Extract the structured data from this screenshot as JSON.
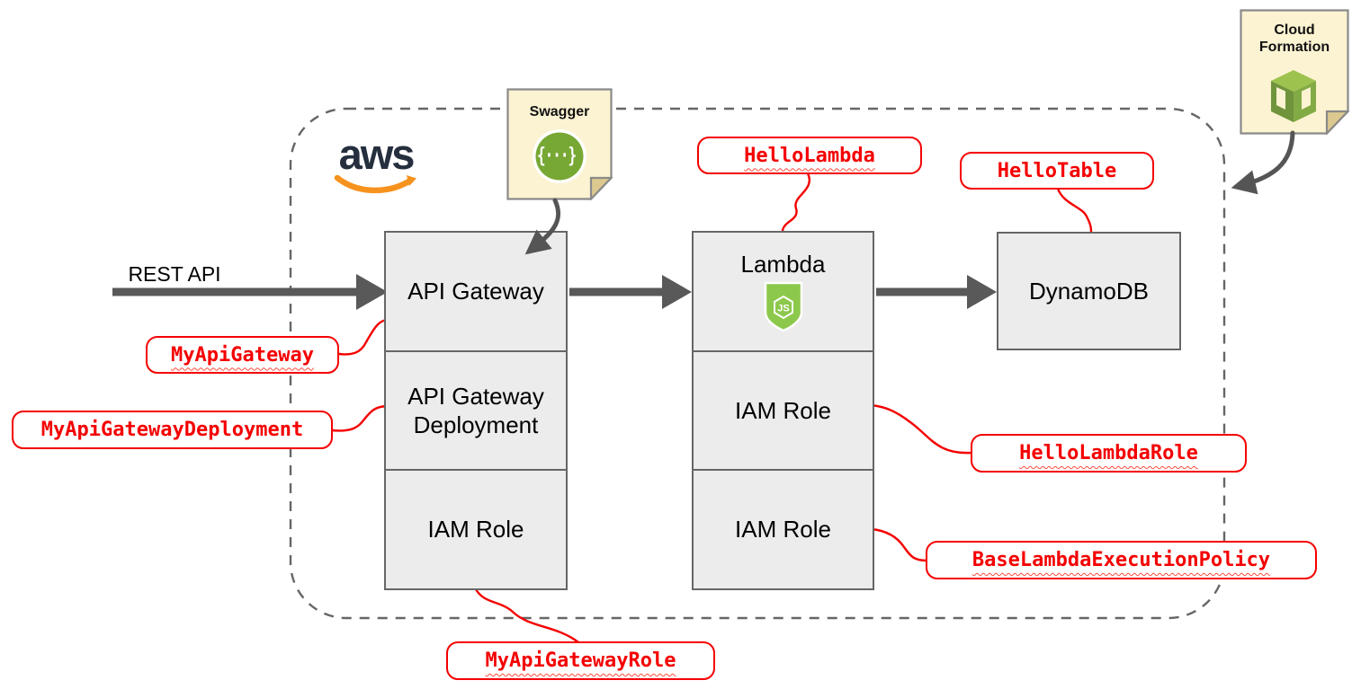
{
  "branding": {
    "aws_logo_text": "aws"
  },
  "flow": {
    "rest_api_label": "REST API"
  },
  "stacks": {
    "gateway": {
      "boxes": [
        "API Gateway",
        "API Gateway Deployment",
        "IAM Role"
      ]
    },
    "lambda": {
      "boxes": [
        "Lambda",
        "IAM Role",
        "IAM Role"
      ],
      "runtime_icon_text": "JS"
    },
    "database": {
      "boxes": [
        "DynamoDB"
      ]
    }
  },
  "notes": {
    "swagger": {
      "title": "Swagger",
      "icon_glyph": "{···}"
    },
    "cloudformation": {
      "title": "Cloud Formation"
    }
  },
  "annotations": {
    "hello_lambda": {
      "text": "HelloLambda",
      "squiggle": true
    },
    "hello_table": {
      "text": "HelloTable",
      "squiggle": false
    },
    "my_api_gateway": {
      "text": "MyApiGateway",
      "squiggle": true
    },
    "my_api_gateway_deployment": {
      "text": "MyApiGatewayDeployment",
      "squiggle": false
    },
    "hello_lambda_role": {
      "text": "HelloLambdaRole",
      "squiggle": true
    },
    "base_lambda_execution_policy": {
      "text": "BaseLambdaExecutionPolicy",
      "squiggle": true
    },
    "my_api_gateway_role": {
      "text": "MyApiGatewayRole",
      "squiggle": true
    }
  },
  "colors": {
    "annotation_red": "#f40000",
    "arrow_gray": "#595959",
    "box_fill": "#ececec",
    "box_border": "#666666",
    "boundary_dash_gray": "#666666",
    "note_fill": "#fcf3d2",
    "note_fold_tan": "#dbc98f",
    "nodejs_green": "#8cc84b",
    "swagger_green": "#77a834",
    "cloudformation_green": "#759c3e",
    "aws_navy": "#252f3e",
    "aws_orange": "#f6921e"
  }
}
